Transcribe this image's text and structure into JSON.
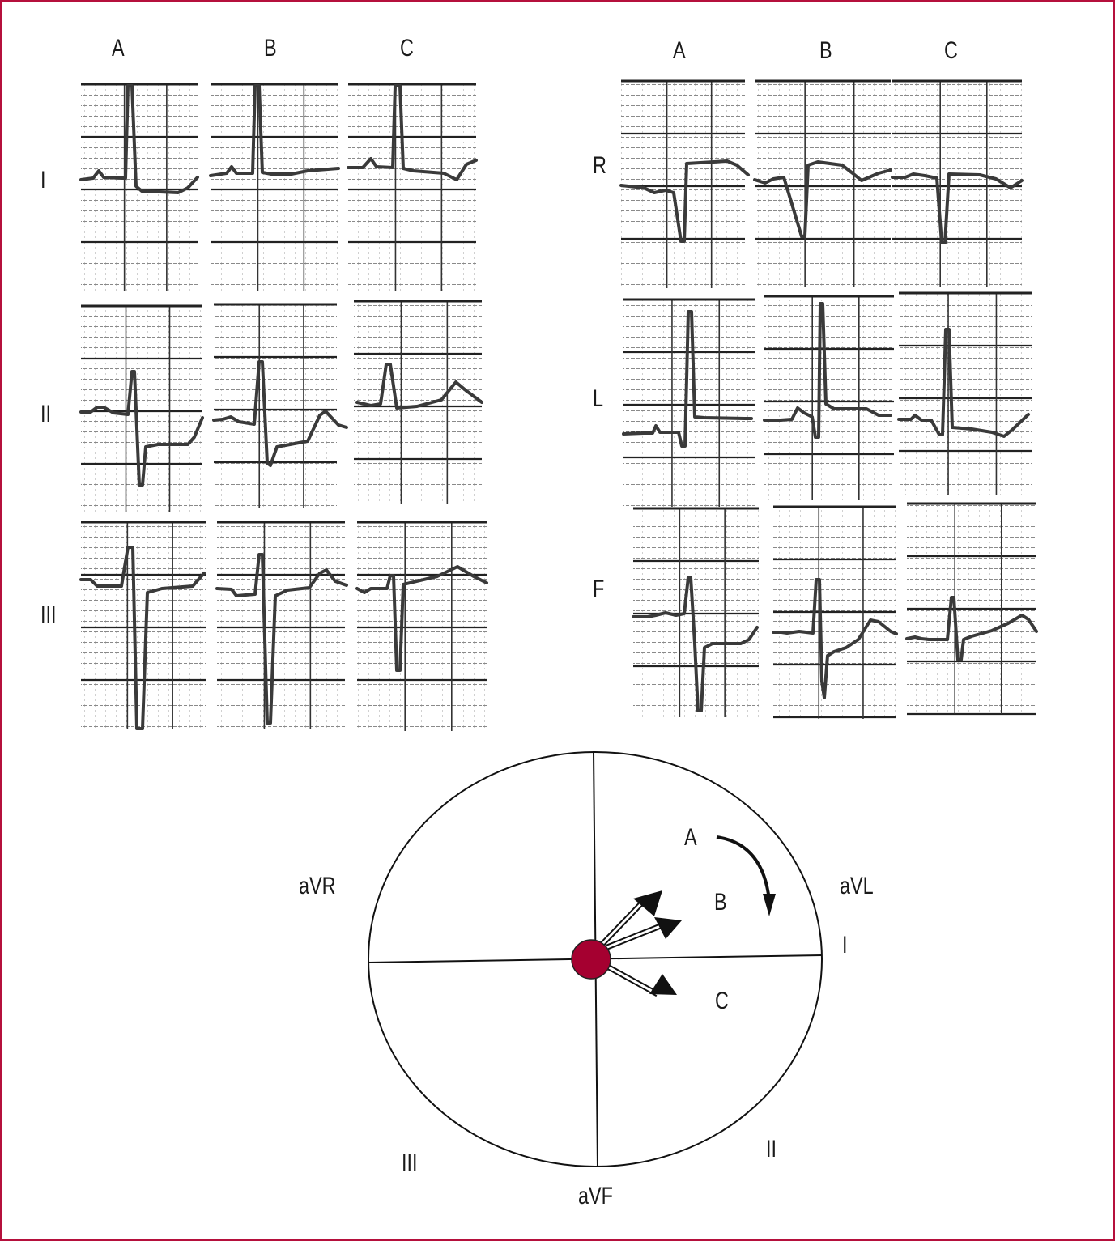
{
  "figure": {
    "border_color": "#b5103c",
    "accent_color": "#a50030"
  },
  "left_panel": {
    "column_headers": [
      "A",
      "B",
      "C"
    ],
    "row_labels": [
      "I",
      "II",
      "III"
    ]
  },
  "right_panel": {
    "column_headers": [
      "A",
      "B",
      "C"
    ],
    "row_labels": [
      "R",
      "L",
      "F"
    ]
  },
  "axis_diagram": {
    "lead_labels": {
      "avr": "aVR",
      "avl": "aVL",
      "i": "I",
      "ii": "II",
      "iii": "III",
      "avf": "aVF"
    },
    "vector_labels": [
      "A",
      "B",
      "C"
    ],
    "center_color": "#a50030",
    "rotation_arrow": "clockwise-arrow"
  }
}
